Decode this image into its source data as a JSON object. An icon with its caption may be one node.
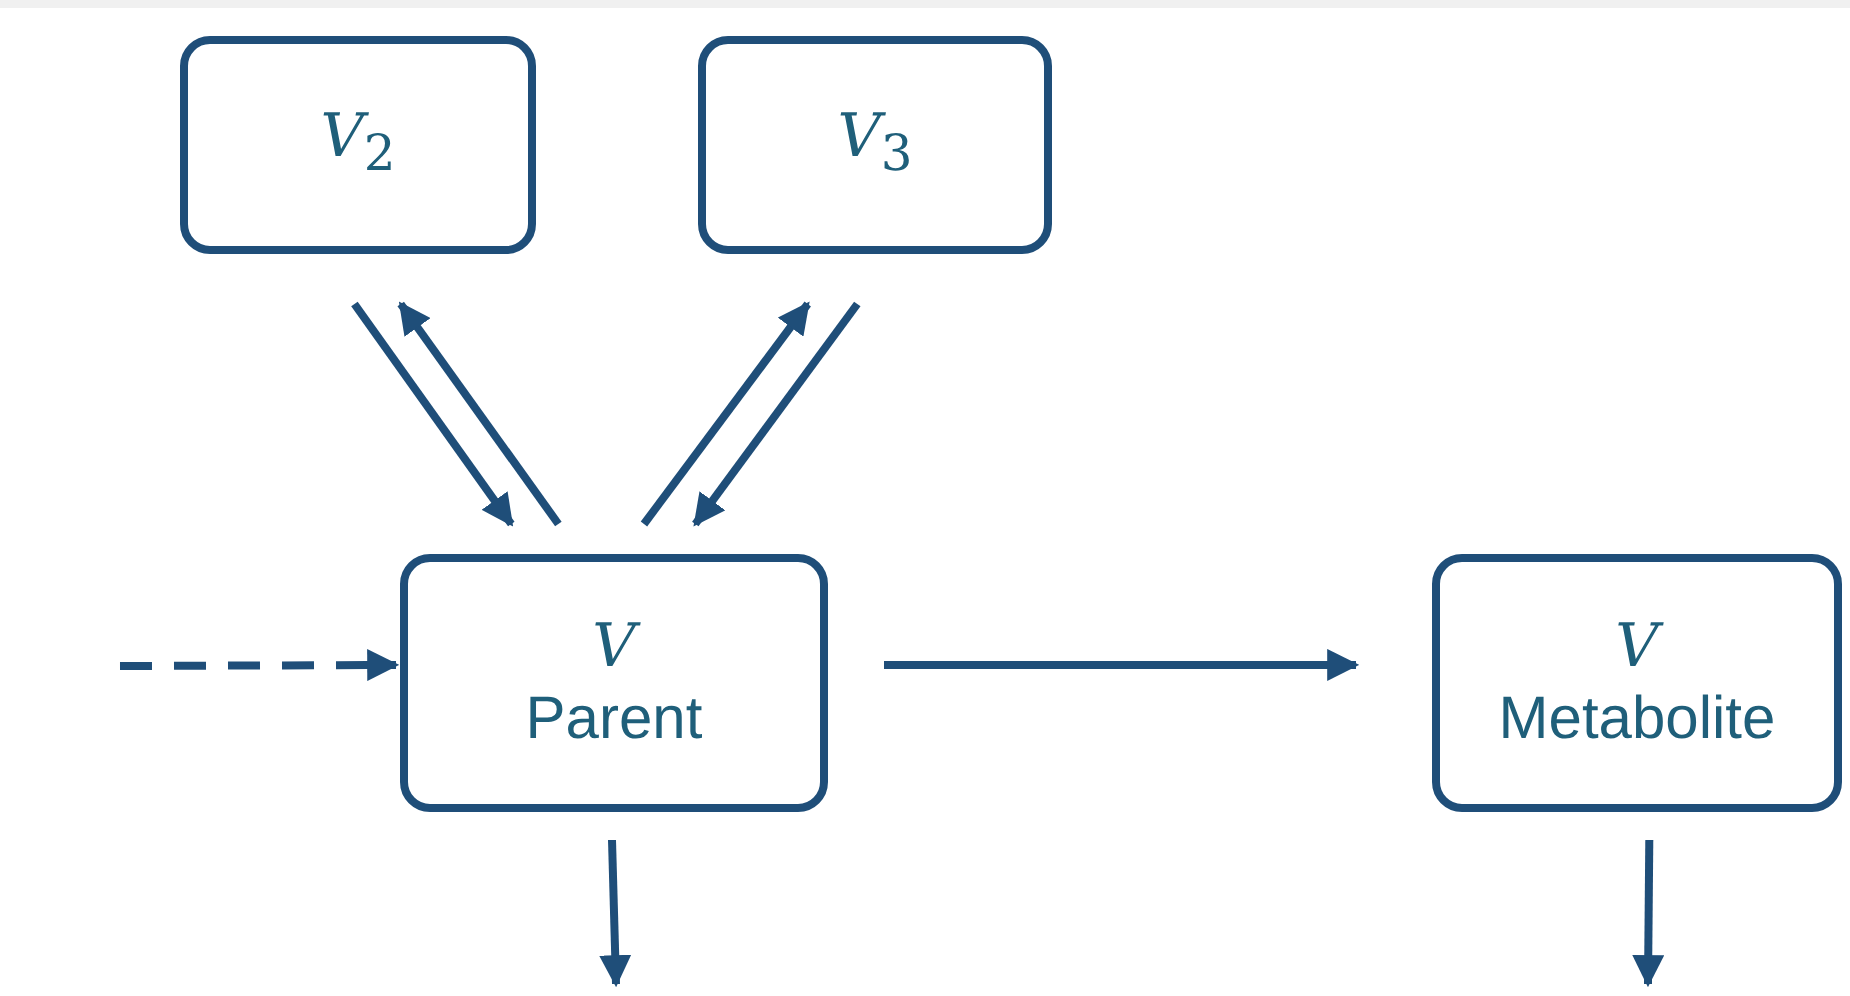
{
  "diagram": {
    "nodes": [
      {
        "text": [
          "*V*$_{2}$"
        ]
      },
      {
        "text": [
          "*V*$_{3}$"
        ]
      },
      {
        "text": [
          "*V*",
          "Parent"
        ]
      },
      {
        "text": [
          "*V*",
          "Metabolite"
        ]
      }
    ],
    "edges": [
      {
        "from": 0,
        "to": 2,
        "arrow": "to"
      },
      {
        "from": 2,
        "to": 0,
        "arrow": "to"
      },
      {
        "from": 2,
        "to": 1,
        "arrow": "to"
      },
      {
        "from": 1,
        "to": 2,
        "arrow": "to"
      },
      {
        "from": null,
        "to": 2,
        "arrow": "to",
        "style": "dashed"
      },
      {
        "from": 2,
        "to": 3,
        "arrow": "to"
      },
      {
        "from": 2,
        "to": null,
        "arrow": "to"
      },
      {
        "from": 3,
        "to": null,
        "arrow": "to"
      }
    ]
  }
}
